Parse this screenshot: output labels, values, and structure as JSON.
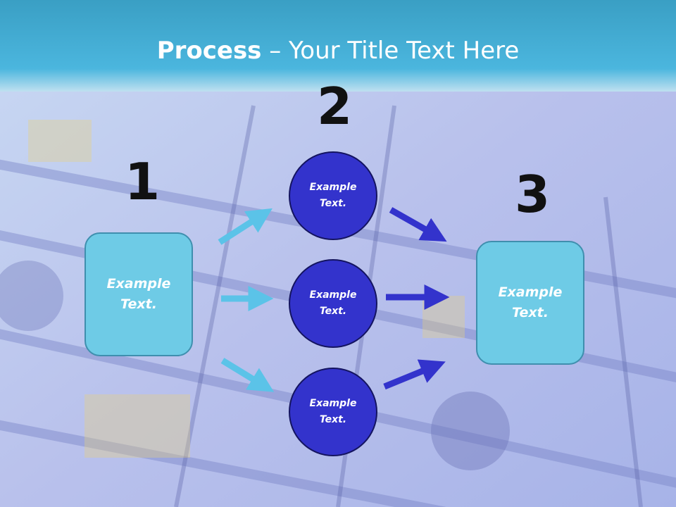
{
  "slide": {
    "title_bold": "Process",
    "title_rest": " – Your Title Text Here"
  },
  "steps": [
    {
      "number": "1",
      "text_line1": "Example",
      "text_line2": "Text."
    },
    {
      "number": "2",
      "circles": [
        {
          "text_line1": "Example",
          "text_line2": "Text."
        },
        {
          "text_line1": "Example",
          "text_line2": "Text."
        },
        {
          "text_line1": "Example",
          "text_line2": "Text."
        }
      ]
    },
    {
      "number": "3",
      "text_line1": "Example",
      "text_line2": "Text."
    }
  ],
  "colors": {
    "header_band": "#4bb6de",
    "box_fill": "#6ecbe6",
    "circle_fill": "#3333cc",
    "arrow_light": "#5bc3e8",
    "arrow_dark": "#3333cc"
  }
}
